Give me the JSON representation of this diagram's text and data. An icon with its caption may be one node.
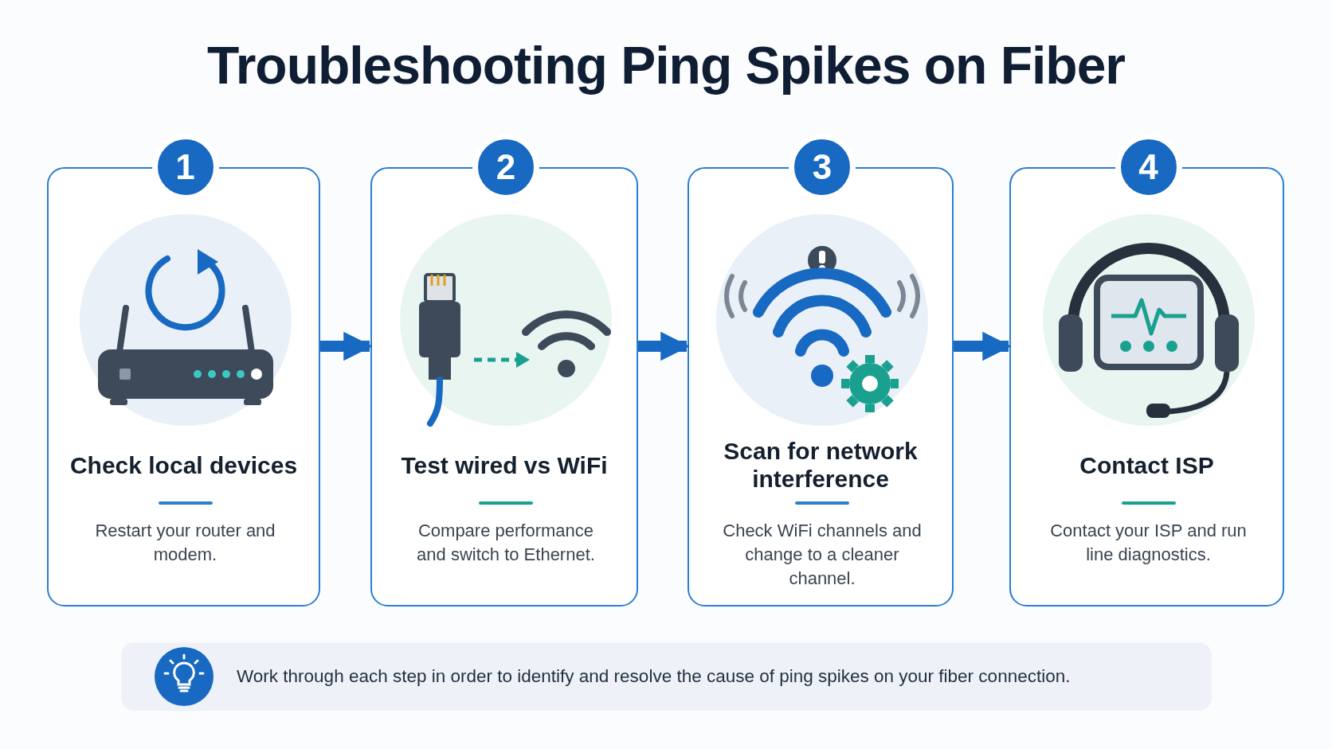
{
  "diagram": {
    "title": "Troubleshooting Ping Spikes on Fiber",
    "nodes": [
      {
        "text": [
          "1",
          "Check local devices",
          "Restart your router and modem."
        ]
      },
      {
        "text": [
          "2",
          "Test wired vs WiFi",
          "Compare performance and switch to Ethernet."
        ]
      },
      {
        "text": [
          "3",
          "Scan for network interference",
          "Check WiFi channels and change to a cleaner channel."
        ]
      },
      {
        "text": [
          "4",
          "Contact ISP",
          "Contact your ISP and run line diagnostics."
        ]
      },
      {
        "text": [
          "Work through each step in order to identify and resolve the cause of ping spikes on your fiber connection."
        ]
      }
    ],
    "edges": [
      {
        "from": 0,
        "to": 1,
        "arrow": "to"
      },
      {
        "from": 1,
        "to": 2,
        "arrow": "to"
      },
      {
        "from": 2,
        "to": 3,
        "arrow": "to"
      }
    ]
  }
}
